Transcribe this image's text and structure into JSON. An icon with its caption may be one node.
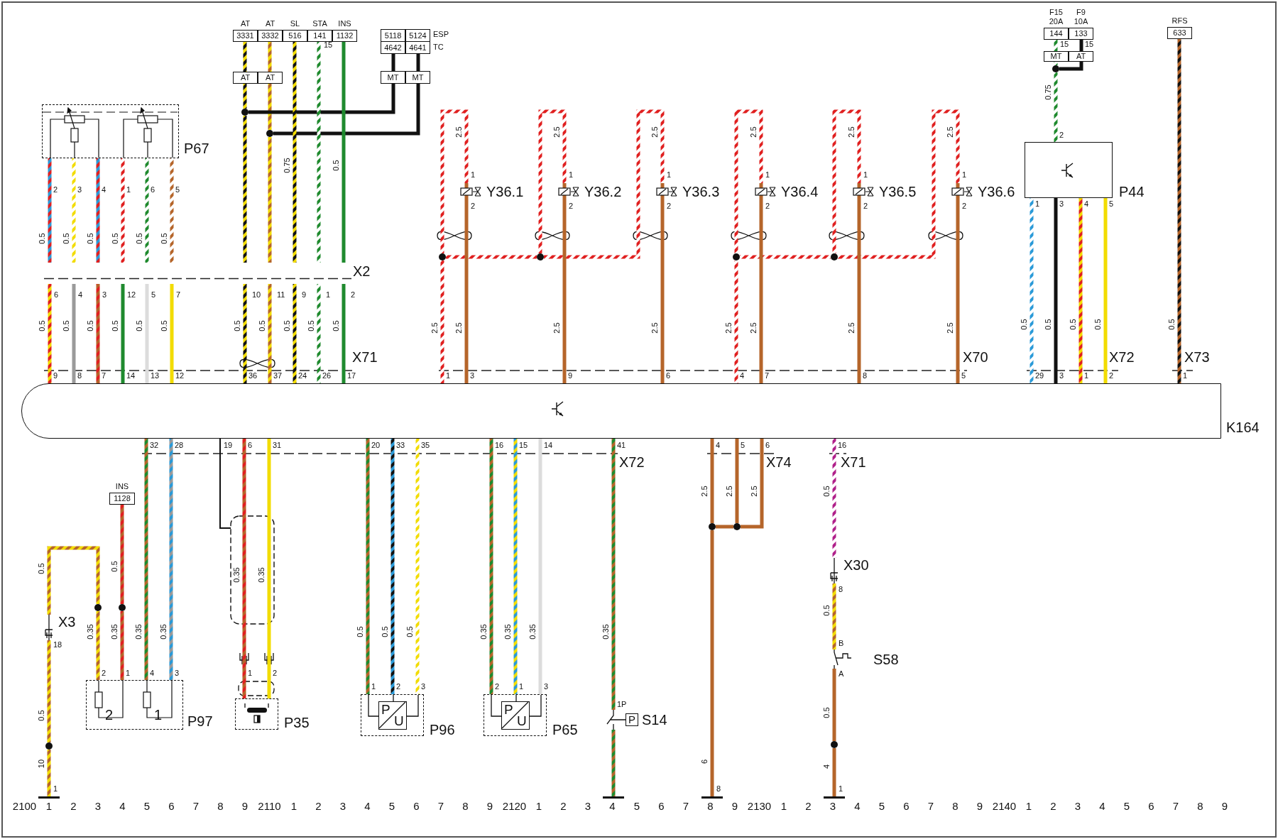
{
  "diagram": {
    "nodes": [
      {
        "text": [
          "K164"
        ]
      },
      {
        "text": [
          "P67"
        ]
      },
      {
        "text": [
          "X2"
        ]
      },
      {
        "text": [
          "AT",
          "3331"
        ]
      },
      {
        "text": [
          "AT",
          "3332"
        ]
      },
      {
        "text": [
          "SL",
          "516"
        ]
      },
      {
        "text": [
          "STA",
          "141"
        ]
      },
      {
        "text": [
          "INS",
          "1132"
        ]
      },
      {
        "text": [
          "5118",
          "4642"
        ]
      },
      {
        "text": [
          "5124",
          "4641"
        ],
        "beside": [
          "ESP",
          "TC"
        ]
      },
      {
        "text": [
          "AT"
        ]
      },
      {
        "text": [
          "AT"
        ]
      },
      {
        "text": [
          "MT"
        ]
      },
      {
        "text": [
          "MT"
        ]
      },
      {
        "text": [],
        "shape": "circle"
      },
      {
        "text": [],
        "shape": "circle"
      },
      {
        "text": [
          "Y36.1"
        ]
      },
      {
        "text": [
          "Y36.2"
        ]
      },
      {
        "text": [
          "Y36.3"
        ]
      },
      {
        "text": [
          "Y36.4"
        ]
      },
      {
        "text": [
          "Y36.5"
        ]
      },
      {
        "text": [
          "Y36.6"
        ]
      },
      {
        "text": [],
        "shape": "circle"
      },
      {
        "text": [],
        "shape": "circle"
      },
      {
        "text": [],
        "shape": "circle"
      },
      {
        "text": [],
        "shape": "circle"
      },
      {
        "text": [
          "F15 20A",
          "144"
        ]
      },
      {
        "text": [
          "F9 10A",
          "133"
        ]
      },
      {
        "text": [
          "MT"
        ]
      },
      {
        "text": [
          "AT"
        ]
      },
      {
        "text": [],
        "shape": "circle"
      },
      {
        "text": [
          "P44"
        ]
      },
      {
        "text": [
          "RFS",
          "633"
        ]
      },
      {
        "text": [
          "INS",
          "1128"
        ]
      },
      {
        "text": [
          "X3"
        ]
      },
      {
        "text": [],
        "shape": "circle"
      },
      {
        "text": [],
        "shape": "circle"
      },
      {
        "text": [
          "P97",
          "2",
          "1"
        ]
      },
      {
        "text": [
          "P35"
        ]
      },
      {
        "text": [
          "P96",
          "P",
          "U"
        ]
      },
      {
        "text": [
          "P65",
          "P",
          "U"
        ]
      },
      {
        "text": [
          "P",
          "S14"
        ]
      },
      {
        "text": [],
        "shape": "bar"
      },
      {
        "text": [],
        "shape": "circle"
      },
      {
        "text": [],
        "shape": "circle"
      },
      {
        "text": [],
        "shape": "bar"
      },
      {
        "text": [
          "X30"
        ]
      },
      {
        "text": [
          "S58"
        ]
      },
      {
        "text": [],
        "shape": "circle"
      },
      {
        "text": [],
        "shape": "bar"
      },
      {
        "text": [],
        "shape": "bar"
      },
      {
        "text": [],
        "shape": "circle"
      }
    ],
    "edges": [
      {
        "from": 1,
        "to": 2,
        "arrow": "none",
        "label": "0.5"
      },
      {
        "from": 1,
        "to": 2,
        "arrow": "none",
        "label": "0.5"
      },
      {
        "from": 1,
        "to": 2,
        "arrow": "none",
        "label": "0.5"
      },
      {
        "from": 1,
        "to": 2,
        "arrow": "none",
        "label": "0.5"
      },
      {
        "from": 1,
        "to": 2,
        "arrow": "none",
        "label": "0.5"
      },
      {
        "from": 1,
        "to": 2,
        "arrow": "none",
        "label": "0.5"
      },
      {
        "from": 2,
        "to": 0,
        "arrow": "none",
        "label": "0.5"
      },
      {
        "from": 2,
        "to": 0,
        "arrow": "none",
        "label": "0.5",
        "color": "#9a9a9a"
      },
      {
        "from": 2,
        "to": 0,
        "arrow": "none",
        "label": "0.5"
      },
      {
        "from": 2,
        "to": 0,
        "arrow": "none",
        "label": "0.5",
        "color": "#1f8a2e"
      },
      {
        "from": 2,
        "to": 0,
        "arrow": "none",
        "label": "0.5",
        "color": "#dcdcdc"
      },
      {
        "from": 2,
        "to": 0,
        "arrow": "none",
        "label": "0.5",
        "color": "#f2dc00"
      },
      {
        "from": 3,
        "to": 10,
        "arrow": "none"
      },
      {
        "from": 4,
        "to": 11,
        "arrow": "none"
      },
      {
        "from": 10,
        "to": 14,
        "arrow": "none"
      },
      {
        "from": 14,
        "to": 2,
        "arrow": "none"
      },
      {
        "from": 11,
        "to": 15,
        "arrow": "none"
      },
      {
        "from": 15,
        "to": 2,
        "arrow": "none"
      },
      {
        "from": 8,
        "to": 12,
        "arrow": "none",
        "color": "#111111"
      },
      {
        "from": 9,
        "to": 13,
        "arrow": "none",
        "color": "#111111"
      },
      {
        "from": 12,
        "to": 14,
        "arrow": "none",
        "color": "#111111"
      },
      {
        "from": 13,
        "to": 15,
        "arrow": "none",
        "color": "#111111"
      },
      {
        "from": 5,
        "to": 2,
        "arrow": "none",
        "label": "0.75"
      },
      {
        "from": 6,
        "to": 2,
        "arrow": "none"
      },
      {
        "from": 7,
        "to": 2,
        "arrow": "none",
        "label": "0.5",
        "color": "#1f8a2e"
      },
      {
        "from": 2,
        "to": 0,
        "arrow": "none",
        "label": "0.5"
      },
      {
        "from": 2,
        "to": 0,
        "arrow": "none",
        "label": "0.5"
      },
      {
        "from": 2,
        "to": 0,
        "arrow": "none",
        "label": "0.5"
      },
      {
        "from": 2,
        "to": 0,
        "arrow": "none",
        "label": "0.5"
      },
      {
        "from": 2,
        "to": 0,
        "arrow": "none",
        "label": "0.5",
        "color": "#1f8a2e"
      },
      {
        "from": 16,
        "to": 22,
        "arrow": "none",
        "label": "2.5"
      },
      {
        "from": 17,
        "to": 23,
        "arrow": "none",
        "label": "2.5"
      },
      {
        "from": 18,
        "to": 23,
        "arrow": "none",
        "label": "2.5"
      },
      {
        "from": 23,
        "to": 22,
        "arrow": "none"
      },
      {
        "from": 22,
        "to": 0,
        "arrow": "none",
        "label": "2.5"
      },
      {
        "from": 16,
        "to": 0,
        "arrow": "none",
        "label": "2.5",
        "color": "#b5652a"
      },
      {
        "from": 17,
        "to": 0,
        "arrow": "none",
        "label": "2.5",
        "color": "#b5652a"
      },
      {
        "from": 18,
        "to": 0,
        "arrow": "none",
        "label": "2.5",
        "color": "#b5652a"
      },
      {
        "from": 19,
        "to": 24,
        "arrow": "none",
        "label": "2.5"
      },
      {
        "from": 20,
        "to": 25,
        "arrow": "none",
        "label": "2.5"
      },
      {
        "from": 21,
        "to": 25,
        "arrow": "none",
        "label": "2.5"
      },
      {
        "from": 25,
        "to": 24,
        "arrow": "none"
      },
      {
        "from": 24,
        "to": 0,
        "arrow": "none",
        "label": "2.5"
      },
      {
        "from": 19,
        "to": 0,
        "arrow": "none",
        "label": "2.5",
        "color": "#b5652a"
      },
      {
        "from": 20,
        "to": 0,
        "arrow": "none",
        "label": "2.5",
        "color": "#b5652a"
      },
      {
        "from": 21,
        "to": 0,
        "arrow": "none",
        "label": "2.5",
        "color": "#b5652a"
      },
      {
        "from": 26,
        "to": 28,
        "arrow": "none"
      },
      {
        "from": 27,
        "to": 29,
        "arrow": "none",
        "color": "#111111"
      },
      {
        "from": 28,
        "to": 30,
        "arrow": "none"
      },
      {
        "from": 29,
        "to": 30,
        "arrow": "none",
        "color": "#111111"
      },
      {
        "from": 30,
        "to": 31,
        "arrow": "none",
        "label": "0.75"
      },
      {
        "from": 31,
        "to": 0,
        "arrow": "none",
        "label": "0.5"
      },
      {
        "from": 31,
        "to": 0,
        "arrow": "none",
        "label": "0.5",
        "color": "#111111"
      },
      {
        "from": 31,
        "to": 0,
        "arrow": "none",
        "label": "0.5"
      },
      {
        "from": 31,
        "to": 0,
        "arrow": "none",
        "label": "0.5",
        "color": "#f2dc00"
      },
      {
        "from": 32,
        "to": 0,
        "arrow": "none",
        "label": "0.5"
      },
      {
        "from": 0,
        "to": 37,
        "arrow": "none",
        "label": "0.35"
      },
      {
        "from": 0,
        "to": 37,
        "arrow": "none",
        "label": "0.35"
      },
      {
        "from": 33,
        "to": 36,
        "arrow": "none",
        "label": "0.5"
      },
      {
        "from": 36,
        "to": 37,
        "arrow": "none",
        "label": "0.35"
      },
      {
        "from": 34,
        "to": 35,
        "arrow": "none",
        "label": "0.5"
      },
      {
        "from": 35,
        "to": 37,
        "arrow": "none",
        "label": "0.35"
      },
      {
        "from": 34,
        "to": 51,
        "arrow": "none",
        "label": "0.5"
      },
      {
        "from": 51,
        "to": 42,
        "arrow": "none",
        "label": "10"
      },
      {
        "from": 0,
        "to": null,
        "arrow": "none",
        "color": "#111111"
      },
      {
        "from": 0,
        "to": 38,
        "arrow": "none",
        "label": "0.35"
      },
      {
        "from": 0,
        "to": 38,
        "arrow": "none",
        "label": "0.35",
        "color": "#f2dc00"
      },
      {
        "from": 0,
        "to": 39,
        "arrow": "none",
        "label": "0.5"
      },
      {
        "from": 0,
        "to": 39,
        "arrow": "none",
        "label": "0.5"
      },
      {
        "from": 0,
        "to": 39,
        "arrow": "none",
        "label": "0.5"
      },
      {
        "from": 0,
        "to": 40,
        "arrow": "none",
        "label": "0.35"
      },
      {
        "from": 0,
        "to": 40,
        "arrow": "none",
        "label": "0.35"
      },
      {
        "from": 0,
        "to": 40,
        "arrow": "none",
        "label": "0.35",
        "color": "#dcdcdc"
      },
      {
        "from": 0,
        "to": 41,
        "arrow": "none",
        "label": "0.35"
      },
      {
        "from": 41,
        "to": 45,
        "arrow": "none"
      },
      {
        "from": 0,
        "to": 43,
        "arrow": "none",
        "label": "2.5",
        "color": "#b5652a"
      },
      {
        "from": 0,
        "to": 44,
        "arrow": "none",
        "label": "2.5",
        "color": "#b5652a"
      },
      {
        "from": 0,
        "to": 44,
        "arrow": "none",
        "label": "2.5",
        "color": "#b5652a"
      },
      {
        "from": 44,
        "to": 43,
        "arrow": "none",
        "color": "#b5652a"
      },
      {
        "from": 43,
        "to": 49,
        "arrow": "none",
        "label": "6",
        "color": "#b5652a"
      },
      {
        "from": 0,
        "to": 46,
        "arrow": "none",
        "label": "0.5"
      },
      {
        "from": 46,
        "to": 47,
        "arrow": "none",
        "label": "0.5"
      },
      {
        "from": 47,
        "to": 48,
        "arrow": "none",
        "label": "0.5",
        "color": "#b5652a"
      },
      {
        "from": 48,
        "to": 50,
        "arrow": "none",
        "label": "4",
        "color": "#b5652a"
      }
    ],
    "labels": [
      "15",
      "15",
      "15",
      "2",
      "3",
      "4",
      "1",
      "6",
      "5",
      "6",
      "4",
      "3",
      "12",
      "5",
      "7",
      "10",
      "11",
      "9",
      "1",
      "2",
      "1",
      "2",
      "1",
      "2",
      "1",
      "2",
      "1",
      "2",
      "1",
      "2",
      "1",
      "2",
      "2",
      "1",
      "3",
      "4",
      "5",
      "X71",
      "X70",
      "X72",
      "X73",
      "9",
      "8",
      "7",
      "14",
      "13",
      "12",
      "36",
      "37",
      "24",
      "26",
      "17",
      "1",
      "3",
      "9",
      "6",
      "4",
      "7",
      "8",
      "5",
      "29",
      "3",
      "1",
      "2",
      "1",
      "32",
      "28",
      "19",
      "6",
      "31",
      "20",
      "33",
      "35",
      "16",
      "15",
      "14",
      "41",
      "4",
      "5",
      "6",
      "16",
      "X72",
      "X74",
      "X71",
      "8",
      "18",
      "B",
      "2",
      "1",
      "4",
      "3",
      "1",
      "2",
      "A",
      "1",
      "2",
      "3",
      "2",
      "1",
      "3",
      "1P",
      "1",
      "8",
      "1",
      "2100",
      "1",
      "2",
      "3",
      "4",
      "5",
      "6",
      "7",
      "8",
      "9",
      "2110",
      "1",
      "2",
      "3",
      "4",
      "5",
      "6",
      "7",
      "8",
      "9",
      "2120",
      "1",
      "2",
      "3",
      "4",
      "5",
      "6",
      "7",
      "8",
      "9",
      "2130",
      "1",
      "2",
      "3",
      "4",
      "5",
      "6",
      "7",
      "8",
      "9",
      "2140",
      "1",
      "2",
      "3",
      "4",
      "5",
      "6",
      "7",
      "8",
      "9"
    ]
  }
}
